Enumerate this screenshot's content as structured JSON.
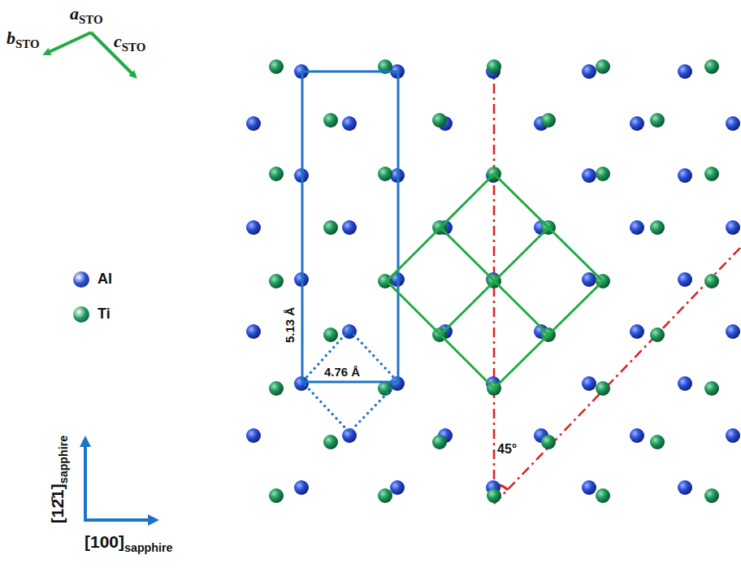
{
  "diagram": {
    "labels": [
      "a",
      "STO",
      "b",
      "STO",
      "c",
      "STO",
      "5.13 Å",
      "4.76 Å",
      "45°",
      "[12̄1]",
      "sapphire",
      "[100]",
      "sapphire"
    ],
    "legend": [
      {
        "text": "Al",
        "color": "#2a50d8"
      },
      {
        "text": "Ti",
        "color": "#1e9a5c"
      }
    ]
  }
}
